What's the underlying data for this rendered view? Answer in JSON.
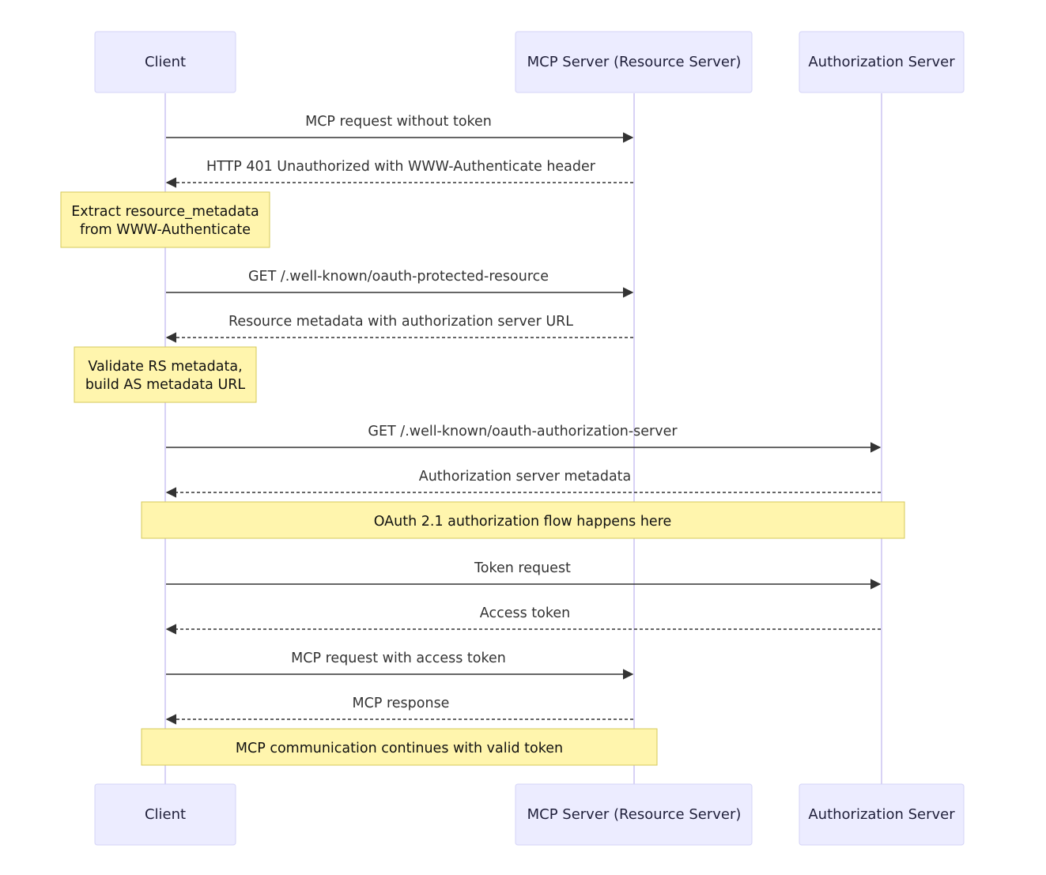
{
  "actors": [
    {
      "id": "client",
      "label": "Client"
    },
    {
      "id": "rs",
      "label": "MCP Server (Resource Server)"
    },
    {
      "id": "as",
      "label": "Authorization Server"
    }
  ],
  "messages": [
    {
      "from": "client",
      "to": "rs",
      "style": "solid",
      "text": "MCP request without token"
    },
    {
      "from": "rs",
      "to": "client",
      "style": "dashed",
      "text": "HTTP 401 Unauthorized with WWW-Authenticate header"
    },
    {
      "from": "client",
      "to": "rs",
      "style": "solid",
      "text": "GET /.well-known/oauth-protected-resource"
    },
    {
      "from": "rs",
      "to": "client",
      "style": "dashed",
      "text": "Resource metadata with authorization server URL"
    },
    {
      "from": "client",
      "to": "as",
      "style": "solid",
      "text": "GET /.well-known/oauth-authorization-server"
    },
    {
      "from": "as",
      "to": "client",
      "style": "dashed",
      "text": "Authorization server metadata"
    },
    {
      "from": "client",
      "to": "as",
      "style": "solid",
      "text": "Token request"
    },
    {
      "from": "as",
      "to": "client",
      "style": "dashed",
      "text": "Access token"
    },
    {
      "from": "client",
      "to": "rs",
      "style": "solid",
      "text": "MCP request with access token"
    },
    {
      "from": "rs",
      "to": "client",
      "style": "dashed",
      "text": "MCP response"
    }
  ],
  "notes": [
    {
      "over": [
        "client"
      ],
      "lines": [
        "Extract resource_metadata",
        "from WWW-Authenticate"
      ]
    },
    {
      "over": [
        "client"
      ],
      "lines": [
        "Validate RS metadata,",
        "build AS metadata URL"
      ]
    },
    {
      "over": [
        "client",
        "as"
      ],
      "lines": [
        "OAuth 2.1 authorization flow happens here"
      ]
    },
    {
      "over": [
        "client",
        "rs"
      ],
      "lines": [
        "MCP communication continues with valid token"
      ]
    }
  ],
  "colors": {
    "actor_fill": "#ececff",
    "actor_border": "#d4d3f7",
    "lifeline": "#d8d2f5",
    "message": "#333333",
    "note_fill": "#fff5ad",
    "note_border": "#d6c95a"
  }
}
